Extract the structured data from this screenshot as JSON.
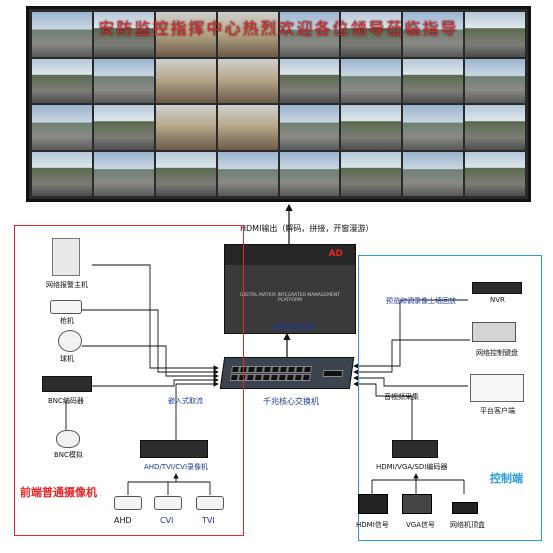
{
  "wall": {
    "banner": "安防监控指挥中心热烈欢迎各位领导莅临指导"
  },
  "hdmi_output": "HDMI输出（解码，拼接，开窗漫游）",
  "decoder": {
    "logo": "AD",
    "platform_text": "DIGITAL MATRIX INTEGRATED MANAGEMENT PLATFORM",
    "name": "AI解码服务器"
  },
  "core_switch": "千兆核心交换机",
  "front_end": {
    "title": "前端普通摄像机",
    "devices": [
      "网络报警主机",
      "枪机",
      "球机",
      "BNC编码器",
      "BNC模拟"
    ],
    "embedded": "嵌入式取流",
    "recorder": "AHD/TVI/CVI录像机",
    "cameras": [
      "AHD",
      "CVI",
      "TVI"
    ]
  },
  "control": {
    "title": "控制端",
    "nvr_note": "预览和调录像上墙回放",
    "nvr": "NVR",
    "keyboard": "网络控制键盘",
    "client": "平台客户端",
    "av_capture": "音视频采集",
    "encoder": "HDMI/VGA/SDI编码器",
    "sources": [
      "HDMI信号",
      "VGA信号",
      "网络机顶盒"
    ]
  },
  "colors": {
    "front_border": "#e5262a",
    "control_border": "#2a9de0",
    "banner": "#e8262c"
  }
}
